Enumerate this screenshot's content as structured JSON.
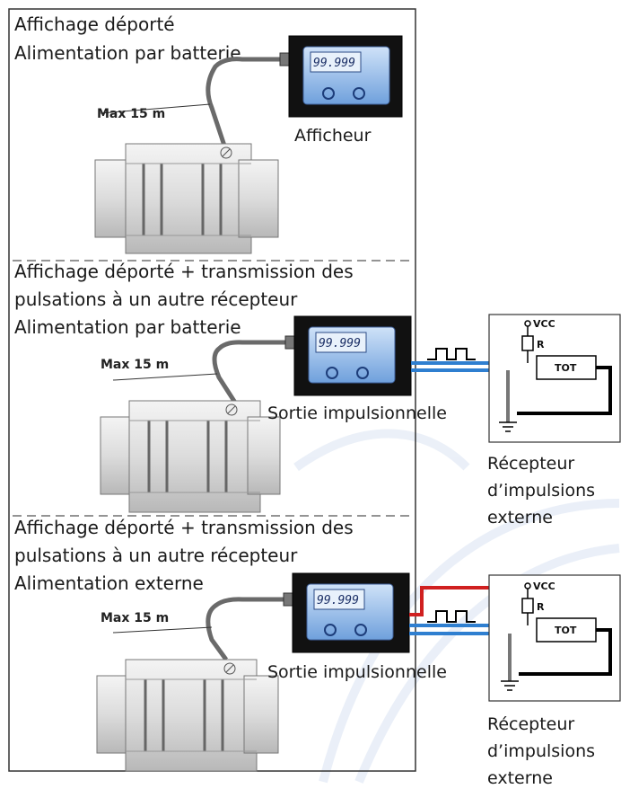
{
  "sections": [
    {
      "title_lines": [
        "Affichage déporté",
        "Alimentation par batterie"
      ],
      "cable_label": "Max 15 m",
      "display_label": "Afficheur",
      "lcd_value": "99.999"
    },
    {
      "title_lines": [
        "Affichage déporté + transmission des",
        "pulsations à un autre récepteur",
        "Alimentation par batterie"
      ],
      "cable_label": "Max 15 m",
      "output_label": "Sortie impulsionnelle",
      "lcd_value": "99.999",
      "receiver": {
        "vcc": "VCC",
        "r": "R",
        "tot": "TOT",
        "label_lines": [
          "Récepteur",
          "d’impulsions",
          "externe"
        ]
      }
    },
    {
      "title_lines": [
        "Affichage déporté + transmission des",
        "pulsations à un autre récepteur",
        "Alimentation externe"
      ],
      "cable_label": "Max 15 m",
      "output_label": "Sortie impulsionnelle",
      "lcd_value": "99.999",
      "receiver": {
        "vcc": "VCC",
        "r": "R",
        "tot": "TOT",
        "label_lines": [
          "Récepteur",
          "d’impulsions",
          "externe"
        ]
      }
    }
  ],
  "colors": {
    "signal_wire": "#2f7fd0",
    "power_wire": "#d02020",
    "device_body": "#111111",
    "lcd": "#8ab6e8"
  }
}
